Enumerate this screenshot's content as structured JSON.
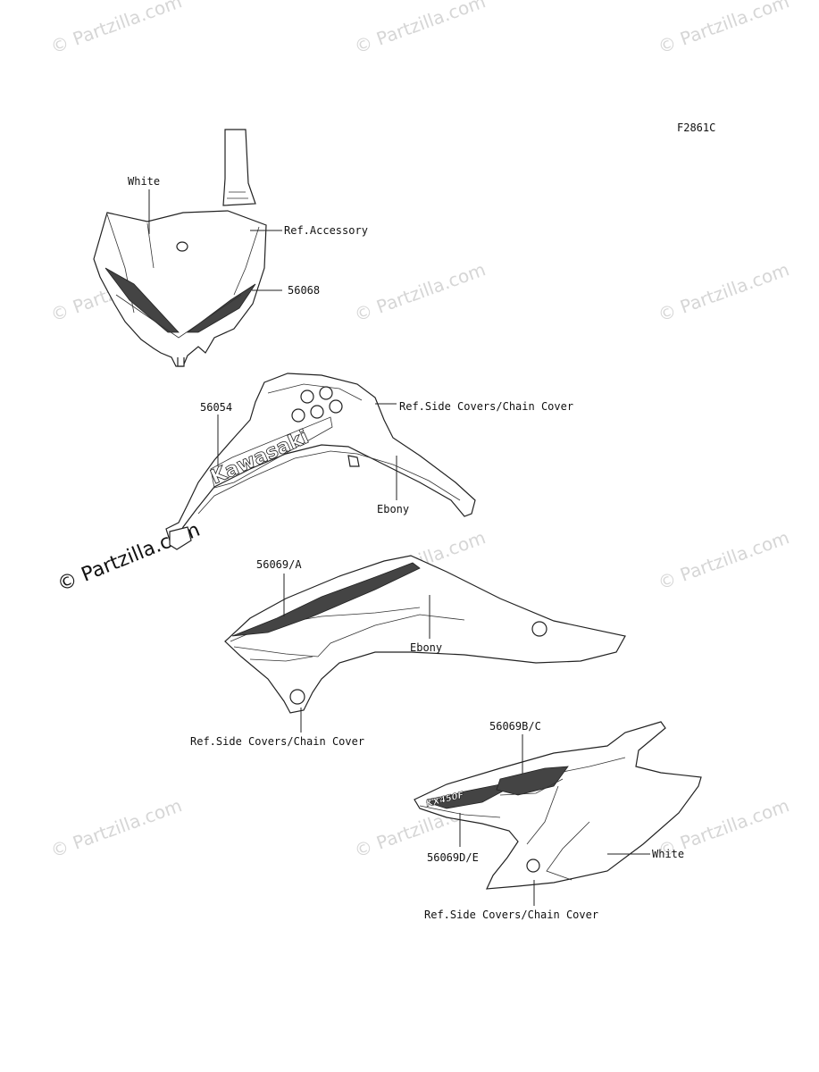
{
  "diagram_code": "F2861C",
  "watermark": "© Partzilla.com",
  "labels": {
    "number_plate_color": "White",
    "ref_accessory": "Ref.Accessory",
    "number_plate_decal": "56068",
    "shroud_decal": "56054",
    "ref_side_covers_1": "Ref.Side Covers/Chain Cover",
    "shroud_color": "Ebony",
    "tank_cover_decal": "56069/A",
    "tank_cover_color": "Ebony",
    "ref_side_covers_2": "Ref.Side Covers/Chain Cover",
    "side_cover_decal_upper": "56069B/C",
    "side_cover_decal_lower": "56069D/E",
    "side_cover_color": "White",
    "ref_side_covers_3": "Ref.Side Covers/Chain Cover"
  },
  "logo_text": {
    "shroud": "Kawasaki",
    "side_cover": "KX450F"
  }
}
